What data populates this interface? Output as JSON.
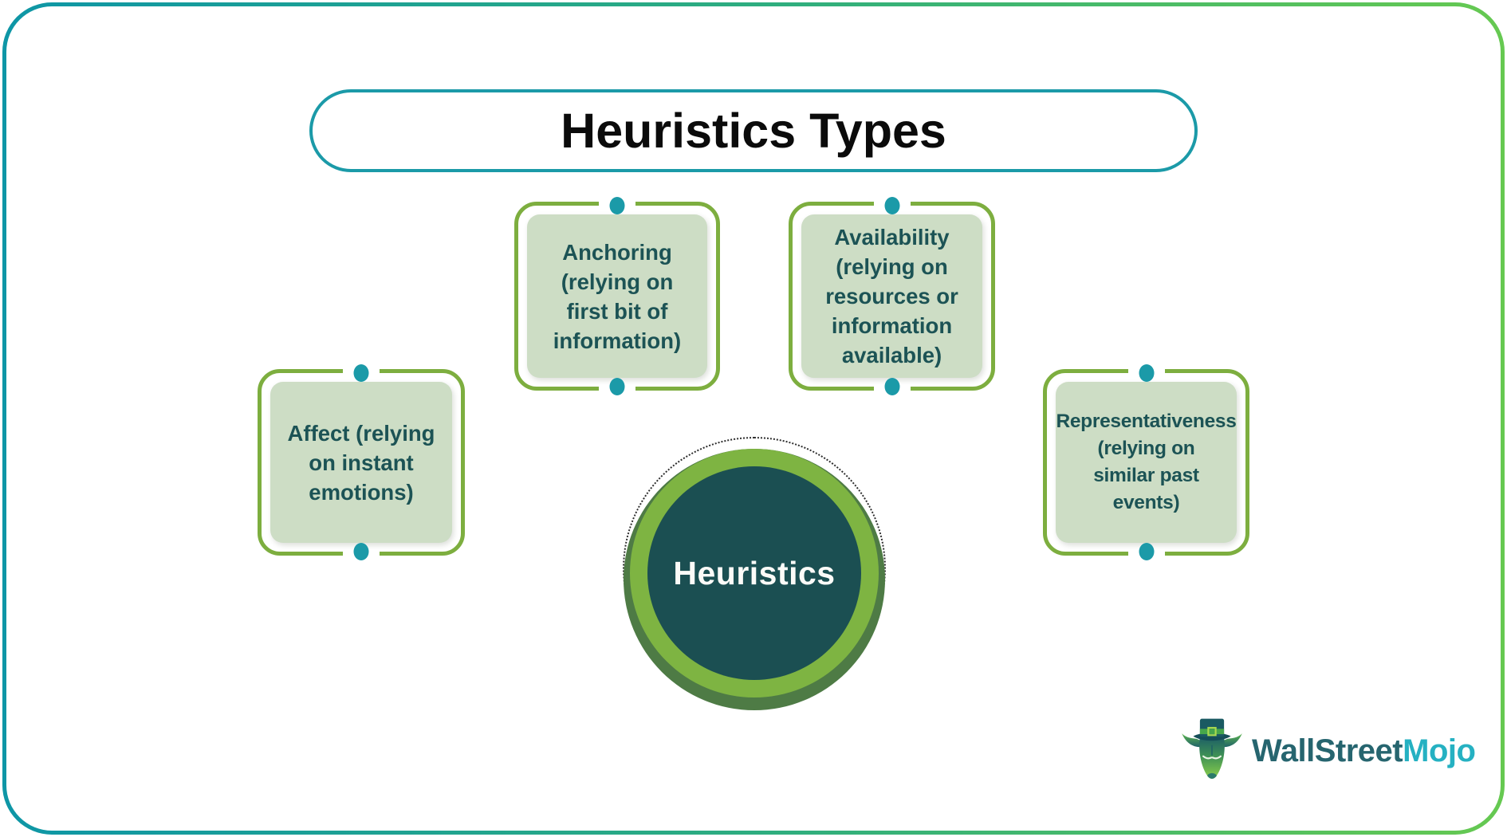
{
  "title": {
    "text": "Heuristics Types"
  },
  "center": {
    "label": "Heuristics"
  },
  "boxes": [
    {
      "id": "affect",
      "label": "Affect (relying\non instant\nemotions)"
    },
    {
      "id": "anchoring",
      "label": "Anchoring\n(relying on\nfirst bit of\ninformation)"
    },
    {
      "id": "availability",
      "label": "Availability\n(relying on\nresources or\ninformation\navailable)"
    },
    {
      "id": "representativeness",
      "label": "Representativeness\n(relying on\nsimilar past\nevents)"
    }
  ],
  "logo": {
    "part1": "WallStreet",
    "part2": "Mojo"
  },
  "colors": {
    "frame_gradient_left": "#0e96a6",
    "frame_gradient_right": "#66c951",
    "title_border": "#1b9aa8",
    "title_text": "#0b0b0b",
    "box_outline_green": "#7dae3f",
    "box_fill_sage": "#cdddc5",
    "box_text_teal": "#1c5355",
    "connector_dot_teal": "#1b9aa8",
    "circle_teal": "#1b4f52",
    "circle_lime_ring": "#7eb442",
    "circle_crescent_green": "#4e7b45",
    "circle_label_white": "#fbfbf8",
    "logo_dark_teal": "#26656f",
    "logo_bright_teal": "#25b1c2"
  }
}
